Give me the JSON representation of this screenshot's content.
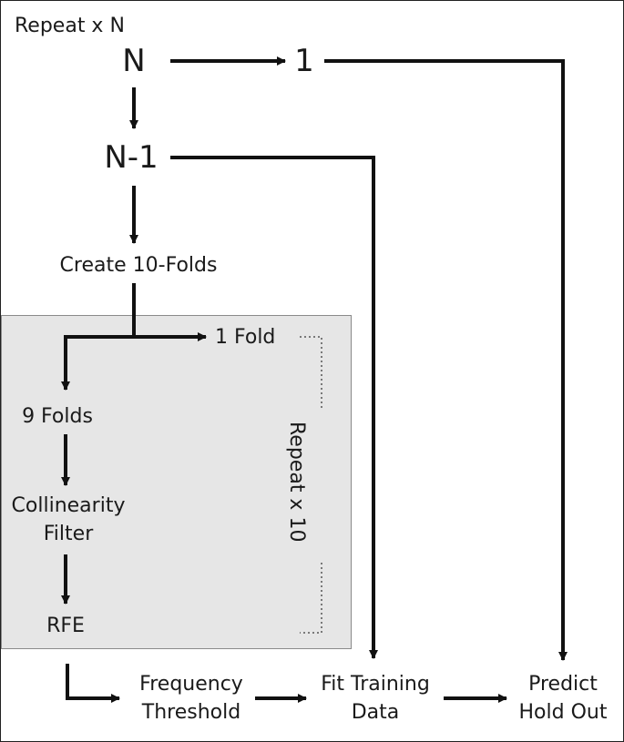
{
  "outer_loop": {
    "label": "Repeat x N"
  },
  "nodes": {
    "n": "N",
    "one": "1",
    "n_minus_1": "N-1",
    "create_folds": "Create 10-Folds",
    "one_fold": "1 Fold",
    "nine_folds": "9 Folds",
    "collinearity_line1": "Collinearity",
    "collinearity_line2": "Filter",
    "rfe": "RFE",
    "frequency_line1": "Frequency",
    "frequency_line2": "Threshold",
    "fit_line1": "Fit Training",
    "fit_line2": "Data",
    "predict_line1": "Predict",
    "predict_line2": "Hold Out"
  },
  "inner_loop": {
    "label": "Repeat x 10"
  },
  "colors": {
    "stroke": "#111111",
    "box_fill": "#e6e6e6",
    "box_border": "#8a8a8a",
    "dotted": "#555555"
  }
}
